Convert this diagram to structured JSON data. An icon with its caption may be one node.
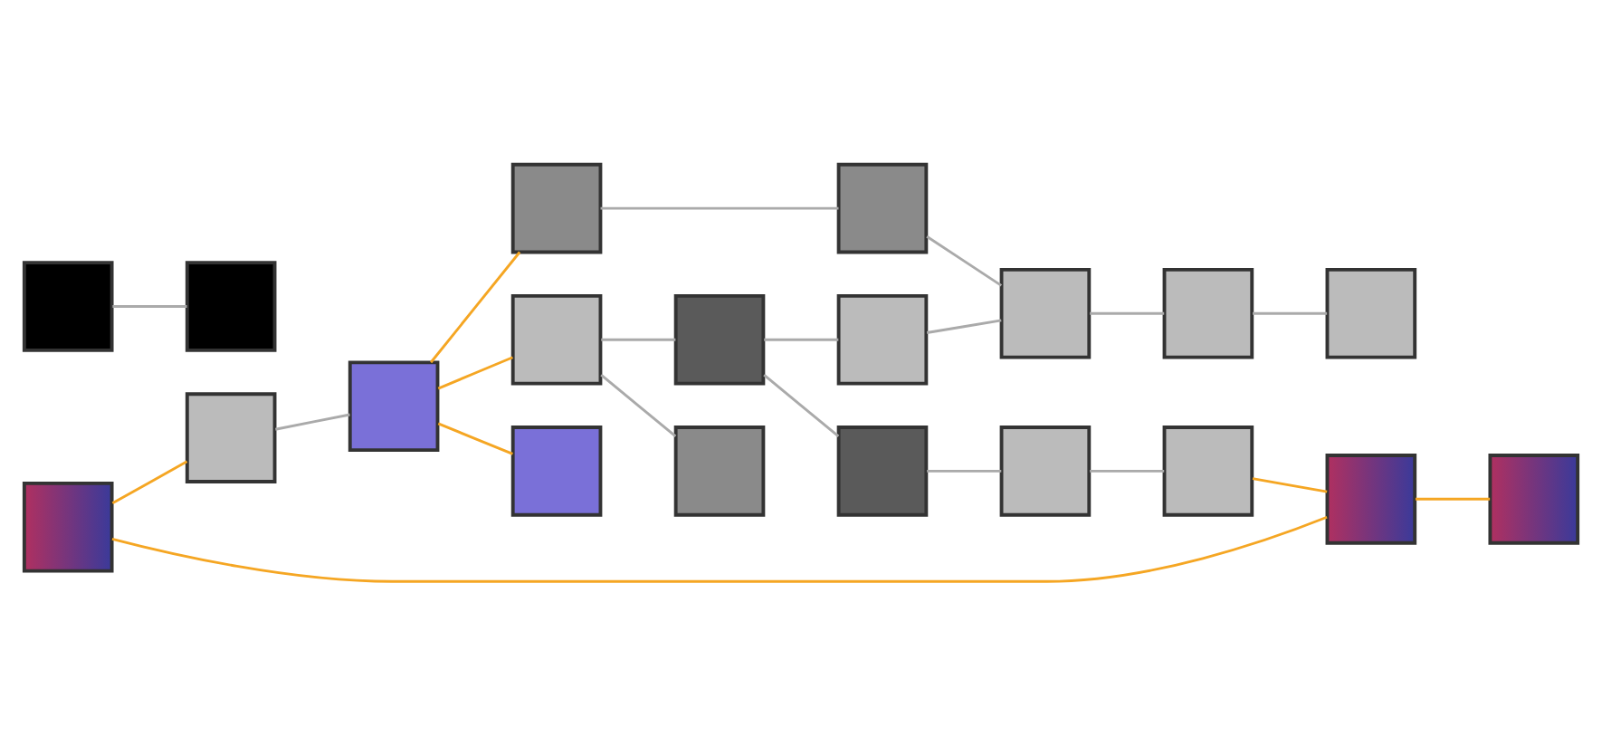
{
  "diagram": {
    "nodes": [
      {
        "text": [],
        "shape": "picture"
      },
      {
        "text": [],
        "shape": "box"
      },
      {
        "text": [],
        "shape": "box"
      },
      {
        "text": [],
        "shape": "box"
      },
      {
        "text": [],
        "shape": "box"
      },
      {
        "text": [],
        "shape": "box"
      },
      {
        "text": [],
        "shape": "box"
      },
      {
        "text": [],
        "shape": "box"
      },
      {
        "text": [],
        "shape": "box"
      },
      {
        "text": [],
        "shape": "picture"
      },
      {
        "text": [],
        "shape": "picture"
      },
      {
        "text": [],
        "shape": "box"
      },
      {
        "text": [],
        "shape": "box"
      },
      {
        "text": [],
        "shape": "box"
      },
      {
        "text": [],
        "shape": "box"
      },
      {
        "text": [],
        "shape": "box"
      },
      {
        "text": [],
        "shape": "box"
      },
      {
        "text": [],
        "shape": "box"
      },
      {
        "text": [],
        "shape": "box"
      },
      {
        "text": [],
        "shape": "box"
      }
    ],
    "edges": [
      {
        "from": 0,
        "to": 1,
        "arrow": "none",
        "color": "#f5a623"
      },
      {
        "from": 0,
        "to": 9,
        "arrow": "none",
        "color": "#f5a623"
      },
      {
        "from": 1,
        "to": 2,
        "arrow": "none"
      },
      {
        "from": 2,
        "to": 3,
        "arrow": "none",
        "color": "#f5a623"
      },
      {
        "from": 2,
        "to": 4,
        "arrow": "none",
        "color": "#f5a623"
      },
      {
        "from": 2,
        "to": 11,
        "arrow": "none",
        "color": "#f5a623"
      },
      {
        "from": 4,
        "to": 5,
        "arrow": "none"
      },
      {
        "from": 4,
        "to": 19,
        "arrow": "none"
      },
      {
        "from": 3,
        "to": 12,
        "arrow": "none"
      },
      {
        "from": 5,
        "to": 6,
        "arrow": "none"
      },
      {
        "from": 6,
        "to": 7,
        "arrow": "none"
      },
      {
        "from": 7,
        "to": 8,
        "arrow": "none"
      },
      {
        "from": 8,
        "to": 9,
        "arrow": "none",
        "color": "#f5a623"
      },
      {
        "from": 9,
        "to": 10,
        "arrow": "none",
        "color": "#f5a623"
      },
      {
        "from": 5,
        "to": 14,
        "arrow": "none"
      },
      {
        "from": 12,
        "to": 13,
        "arrow": "none"
      },
      {
        "from": 14,
        "to": 13,
        "arrow": "none"
      },
      {
        "from": 13,
        "to": 15,
        "arrow": "none"
      },
      {
        "from": 15,
        "to": 16,
        "arrow": "none"
      },
      {
        "from": 17,
        "to": 18,
        "arrow": "none"
      }
    ]
  }
}
